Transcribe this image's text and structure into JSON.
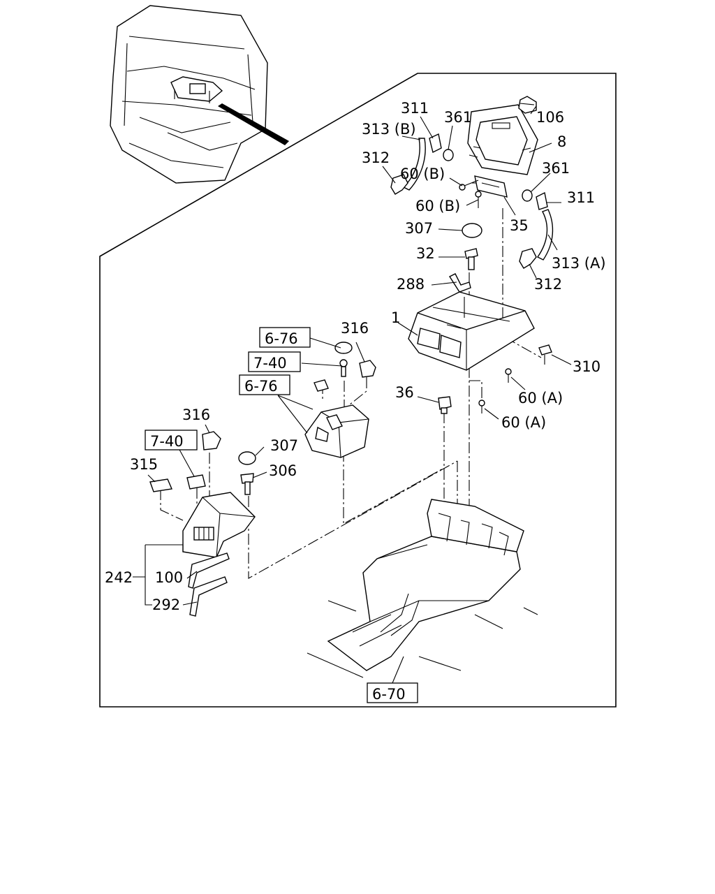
{
  "callouts": {
    "p1": "1",
    "p8": "8",
    "p32": "32",
    "p35": "35",
    "p36": "36",
    "p60a_1": "60 (A)",
    "p60a_2": "60 (A)",
    "p60b_1": "60 (B)",
    "p60b_2": "60 (B)",
    "p100": "100",
    "p106": "106",
    "p242": "242",
    "p288": "288",
    "p292": "292",
    "p306": "306",
    "p307_top": "307",
    "p307_mid": "307",
    "p310": "310",
    "p311_left": "311",
    "p311_right": "311",
    "p312_left": "312",
    "p312_right": "312",
    "p313a": "313 (A)",
    "p313b": "313 (B)",
    "p315": "315",
    "p316_top": "316",
    "p316_left": "316",
    "p361_top": "361",
    "p361_right": "361"
  },
  "references": {
    "ref_676_top": "6-76",
    "ref_740_top": "7-40",
    "ref_676_mid": "6-76",
    "ref_740_left": "7-40",
    "ref_670": "6-70"
  }
}
